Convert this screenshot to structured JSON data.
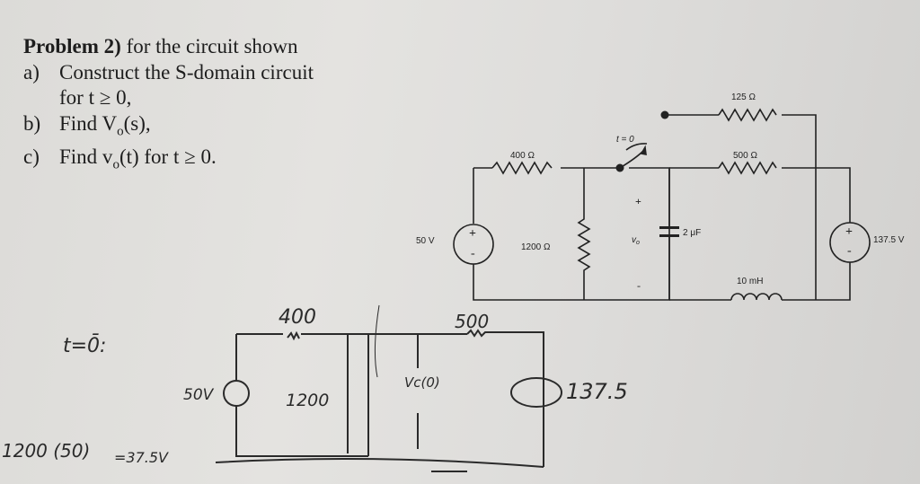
{
  "problem": {
    "title_bold": "Problem 2)",
    "title_rest": " for the circuit shown",
    "a_label": "a)",
    "a_text": "Construct the S-domain circuit",
    "a_text2": "for t ≥ 0,",
    "b_label": "b)",
    "b_text": "Find V",
    "b_sub": "o",
    "b_tail": "(s),",
    "c_label": "c)",
    "c_text": "Find v",
    "c_sub": "o",
    "c_tail": "(t) for t ≥ 0."
  },
  "circuit": {
    "source_left": "50 V",
    "r400": "400 Ω",
    "r1200": "1200 Ω",
    "vo": "v",
    "vo_sub": "o",
    "switch": "t = 0",
    "cap": "2 μF",
    "r125": "125 Ω",
    "r500": "500 Ω",
    "inductor": "10 mH",
    "source_right": "137.5 V"
  },
  "notes": {
    "t0": "t=0̄:",
    "r400": "400",
    "r500": "500",
    "r1200": "1200",
    "v50": "50V",
    "vc0": "Vc(0)",
    "v137": "137.5",
    "calc": "1200 (50)",
    "calc_res": "=37.5V"
  }
}
